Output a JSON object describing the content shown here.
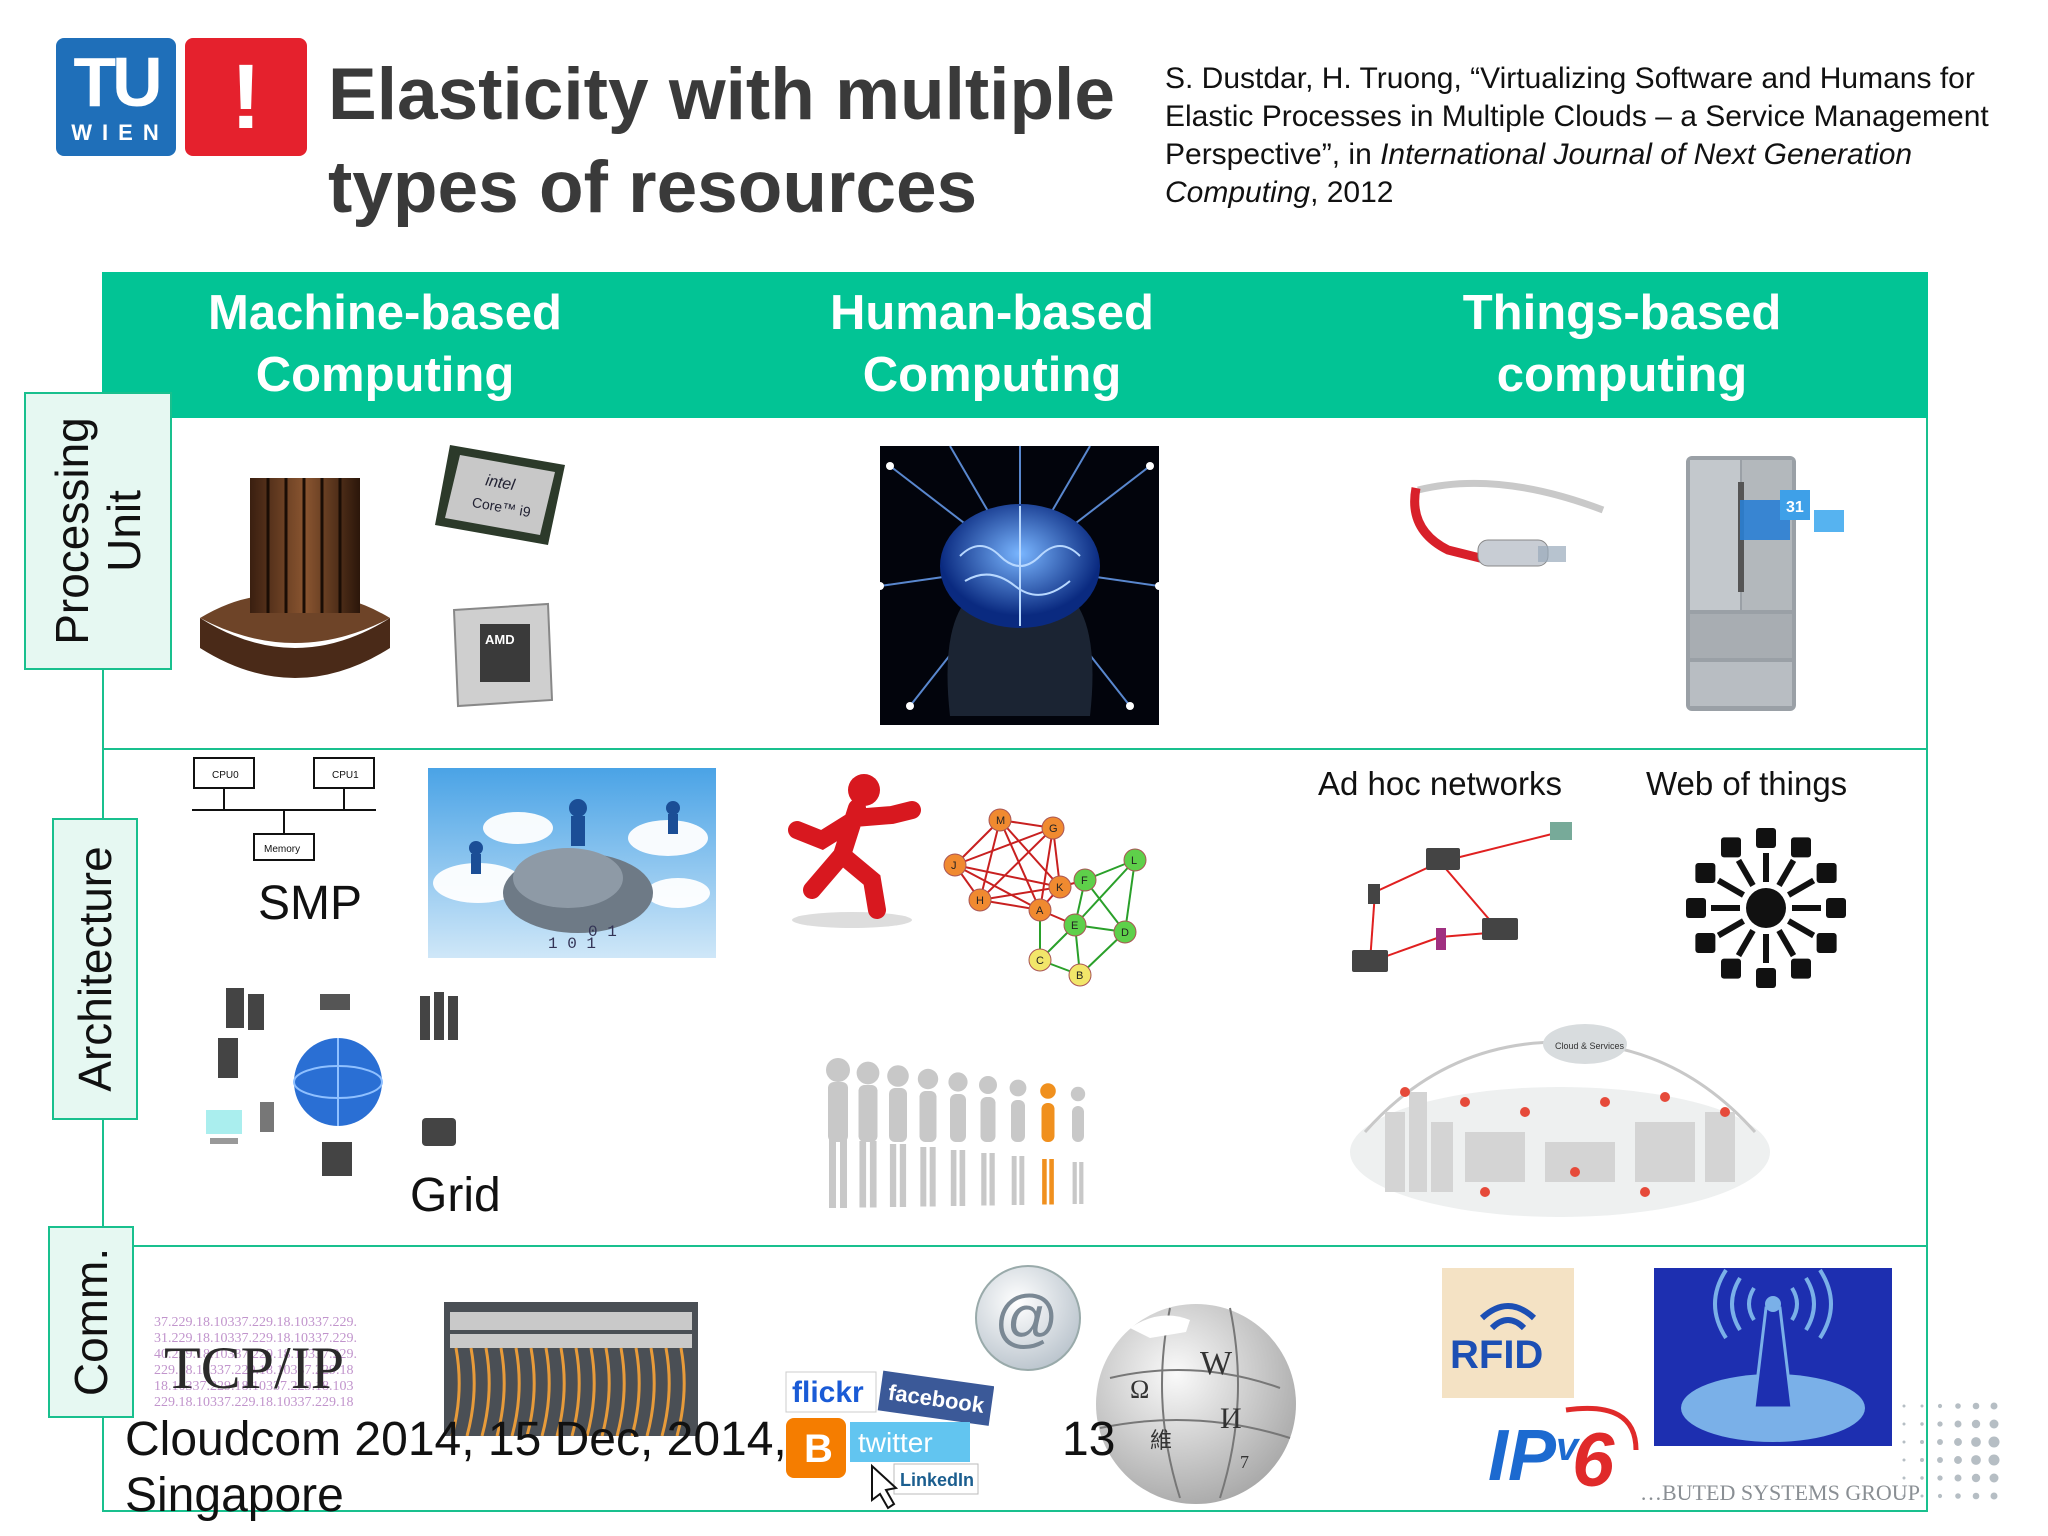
{
  "logo": {
    "tu_text": "TU",
    "wien_text": "WIEN",
    "exclaim": "!"
  },
  "title": {
    "line1": "Elasticity with multiple",
    "line2": "types of resources"
  },
  "citation": {
    "part1": "S. Dustdar, H. Truong, “Virtualizing Software and Humans for Elastic Processes in Multiple Clouds – a Service Management Perspective”, in ",
    "journal": "International Journal of Next Generation Computing",
    "part2": ", 2012"
  },
  "columns": {
    "machine": {
      "line1": "Machine-based",
      "line2": "Computing"
    },
    "human": {
      "line1": "Human-based",
      "line2": "Computing"
    },
    "things": {
      "line1": "Things-based",
      "line2": "computing"
    }
  },
  "rows": {
    "processing": {
      "line1": "Processing",
      "line2": "Unit"
    },
    "architecture": "Architecture",
    "comm": "Comm."
  },
  "labels": {
    "smp": "SMP",
    "grid": "Grid",
    "adhoc": "Ad hoc networks",
    "web_of_things": "Web of things",
    "cpu0": "CPU0",
    "cpu1": "CPU1",
    "memory": "Memory",
    "cloud_services": "Cloud & Services",
    "intel": "intel",
    "core": "Core™ i9",
    "amd": "AMD",
    "tcpip": "TCP/IP",
    "rfid": "RFID",
    "ipv6": "IPv6",
    "flickr": "flickr",
    "facebook": "facebook",
    "twitter": "twitter",
    "linkedin": "LinkedIn",
    "at": "@",
    "cal_31": "31"
  },
  "graph_nodes": [
    "M",
    "G",
    "J",
    "K",
    "F",
    "L",
    "H",
    "A",
    "E",
    "D",
    "C",
    "B"
  ],
  "footer": {
    "line1": "Cloudcom 2014, 15 Dec, 2014,",
    "line2": "Singapore",
    "page": "13",
    "group": "…BUTED SYSTEMS GROUP"
  },
  "colors": {
    "accent": "#02c495",
    "tu_blue": "#1f6fb9",
    "tu_red": "#e5212d"
  }
}
